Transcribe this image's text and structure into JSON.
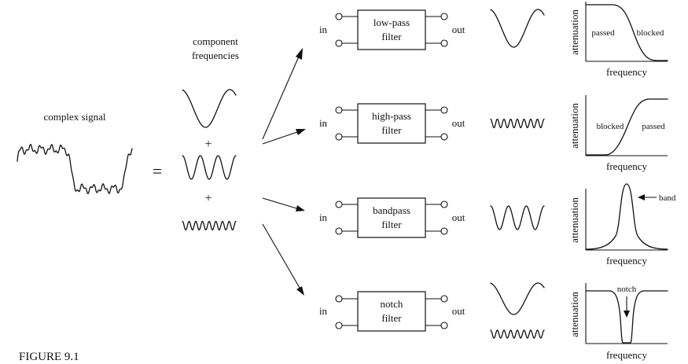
{
  "figure_label": "FIGURE 9.1",
  "complex_signal": {
    "label": "complex signal",
    "equals": "="
  },
  "components": {
    "title_line1": "component",
    "title_line2": "frequencies",
    "plus": "+"
  },
  "filters": [
    {
      "id": "lowpass",
      "name_line1": "low-pass",
      "name_line2": "filter",
      "in": "in",
      "out": "out",
      "graph": {
        "ylabel": "attenuation",
        "xlabel": "frequency",
        "labels": [
          "passed",
          "blocked"
        ]
      }
    },
    {
      "id": "highpass",
      "name_line1": "high-pass",
      "name_line2": "filter",
      "in": "in",
      "out": "out",
      "graph": {
        "ylabel": "attenuation",
        "xlabel": "frequency",
        "labels": [
          "blocked",
          "passed"
        ]
      }
    },
    {
      "id": "bandpass",
      "name_line1": "bandpass",
      "name_line2": "filter",
      "in": "in",
      "out": "out",
      "graph": {
        "ylabel": "attenuation",
        "xlabel": "frequency",
        "labels": [
          "band"
        ]
      }
    },
    {
      "id": "notch",
      "name_line1": "notch",
      "name_line2": "filter",
      "in": "in",
      "out": "out",
      "graph": {
        "ylabel": "attenuation",
        "xlabel": "frequency",
        "labels": [
          "notch"
        ]
      }
    }
  ]
}
